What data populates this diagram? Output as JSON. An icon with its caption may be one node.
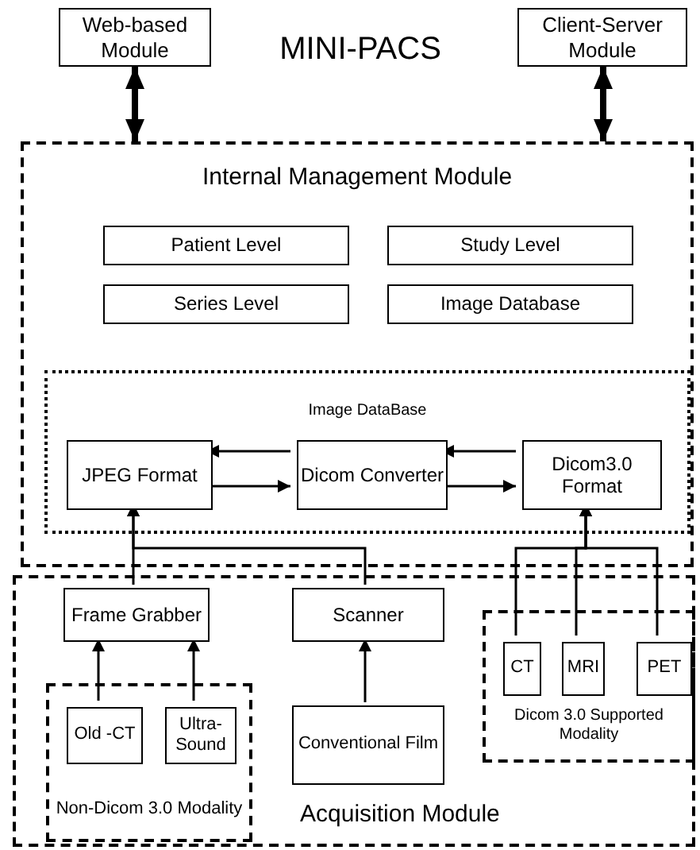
{
  "diagram": {
    "title": "MINI-PACS",
    "nodes": [
      {
        "text": [
          "Web-based Module"
        ]
      },
      {
        "text": [
          "Client-Server Module"
        ]
      },
      {
        "text": [
          "Internal Management Module"
        ]
      },
      {
        "text": [
          "Patient Level"
        ],
        "in": 2
      },
      {
        "text": [
          "Study Level"
        ],
        "in": 2
      },
      {
        "text": [
          "Series Level"
        ],
        "in": 2
      },
      {
        "text": [
          "Image Database"
        ],
        "in": 2
      },
      {
        "text": [
          "Image DataBase"
        ],
        "in": 2
      },
      {
        "text": [
          "JPEG Format"
        ],
        "in": 7
      },
      {
        "text": [
          "Dicom Converter"
        ],
        "in": 7
      },
      {
        "text": [
          "Dicom3.0 Format"
        ],
        "in": 7
      },
      {
        "text": [
          "Acquisition Module"
        ]
      },
      {
        "text": [
          "Frame Grabber"
        ],
        "in": 11
      },
      {
        "text": [
          "Scanner"
        ],
        "in": 11
      },
      {
        "text": [
          "Non-Dicom 3.0 Modality"
        ],
        "in": 11
      },
      {
        "text": [
          "Old -CT"
        ],
        "in": 14
      },
      {
        "text": [
          "Ultra- Sound"
        ],
        "in": 14
      },
      {
        "text": [
          "Conventional Film"
        ],
        "in": 11
      },
      {
        "text": [
          "Dicom 3.0 Supported Modality"
        ],
        "in": 11
      },
      {
        "text": [
          "CT"
        ],
        "in": 18
      },
      {
        "text": [
          "MRI"
        ],
        "in": 18
      },
      {
        "text": [
          "PET"
        ],
        "in": 18
      }
    ],
    "edges": [
      {
        "from": 0,
        "to": 2,
        "arrow": "both",
        "style": "thick"
      },
      {
        "from": 1,
        "to": 2,
        "arrow": "both",
        "style": "thick"
      },
      {
        "from": 9,
        "to": 8,
        "arrow": "to"
      },
      {
        "from": 8,
        "to": 9,
        "arrow": "to"
      },
      {
        "from": 10,
        "to": 9,
        "arrow": "to"
      },
      {
        "from": 9,
        "to": 10,
        "arrow": "to"
      },
      {
        "from": 12,
        "to": 8,
        "arrow": "to"
      },
      {
        "from": 13,
        "to": 8,
        "arrow": "to"
      },
      {
        "from": 15,
        "to": 12,
        "arrow": "to"
      },
      {
        "from": 16,
        "to": 12,
        "arrow": "to"
      },
      {
        "from": 17,
        "to": 13,
        "arrow": "to"
      },
      {
        "from": 19,
        "to": 10,
        "arrow": "to"
      },
      {
        "from": 20,
        "to": 10,
        "arrow": "to"
      },
      {
        "from": 21,
        "to": 10,
        "arrow": "to"
      }
    ]
  }
}
